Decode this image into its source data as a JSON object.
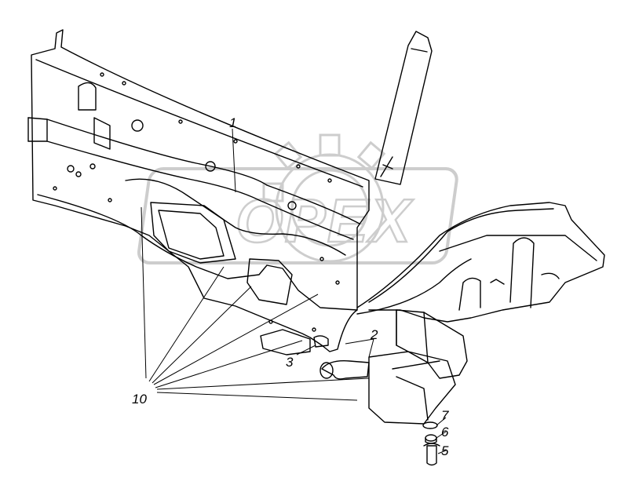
{
  "watermark": {
    "text": "OPEX",
    "color": "#c8c8c8"
  },
  "callouts": {
    "c1": "1",
    "c2": "2",
    "c3": "3",
    "c5": "5",
    "c6": "6",
    "c7": "7",
    "c10": "10"
  },
  "colors": {
    "line": "#000000",
    "background": "#ffffff"
  }
}
